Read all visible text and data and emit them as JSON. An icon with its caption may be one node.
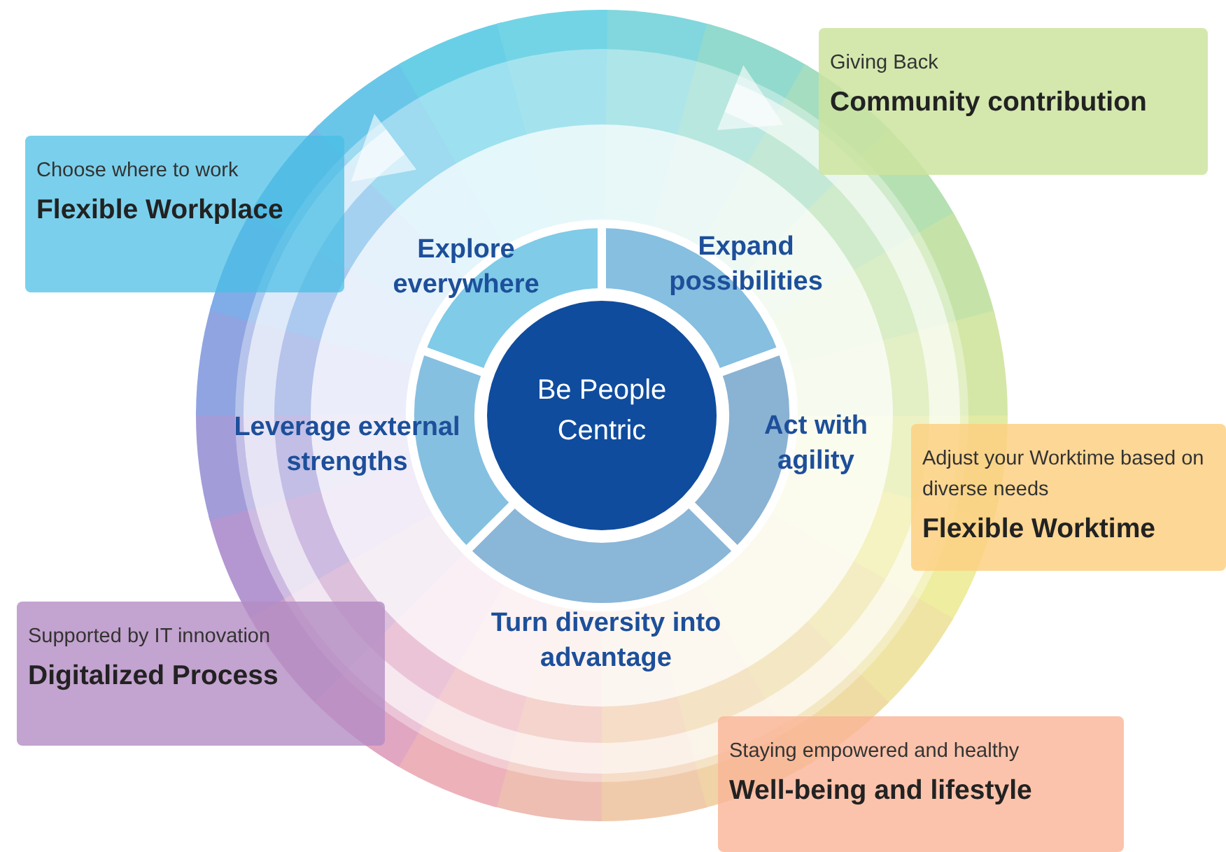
{
  "diagram": {
    "nodes": [
      {
        "text": [
          "Be People Centric"
        ]
      },
      {
        "text": [
          "Explore everywhere"
        ]
      },
      {
        "text": [
          "Expand possibilities"
        ]
      },
      {
        "text": [
          "Act with agility"
        ]
      },
      {
        "text": [
          "Turn diversity into advantage"
        ]
      },
      {
        "text": [
          "Leverage external strengths"
        ]
      },
      {
        "text": [
          "Choose where to work",
          "Flexible Workplace"
        ]
      },
      {
        "text": [
          "Giving Back",
          "Community contribution"
        ]
      },
      {
        "text": [
          "Adjust your Worktime based on diverse needs",
          "Flexible Worktime"
        ]
      },
      {
        "text": [
          "Supported by IT innovation",
          "Digitalized Process"
        ]
      },
      {
        "text": [
          "Staying empowered and healthy",
          "Well-being and lifestyle"
        ]
      }
    ]
  }
}
